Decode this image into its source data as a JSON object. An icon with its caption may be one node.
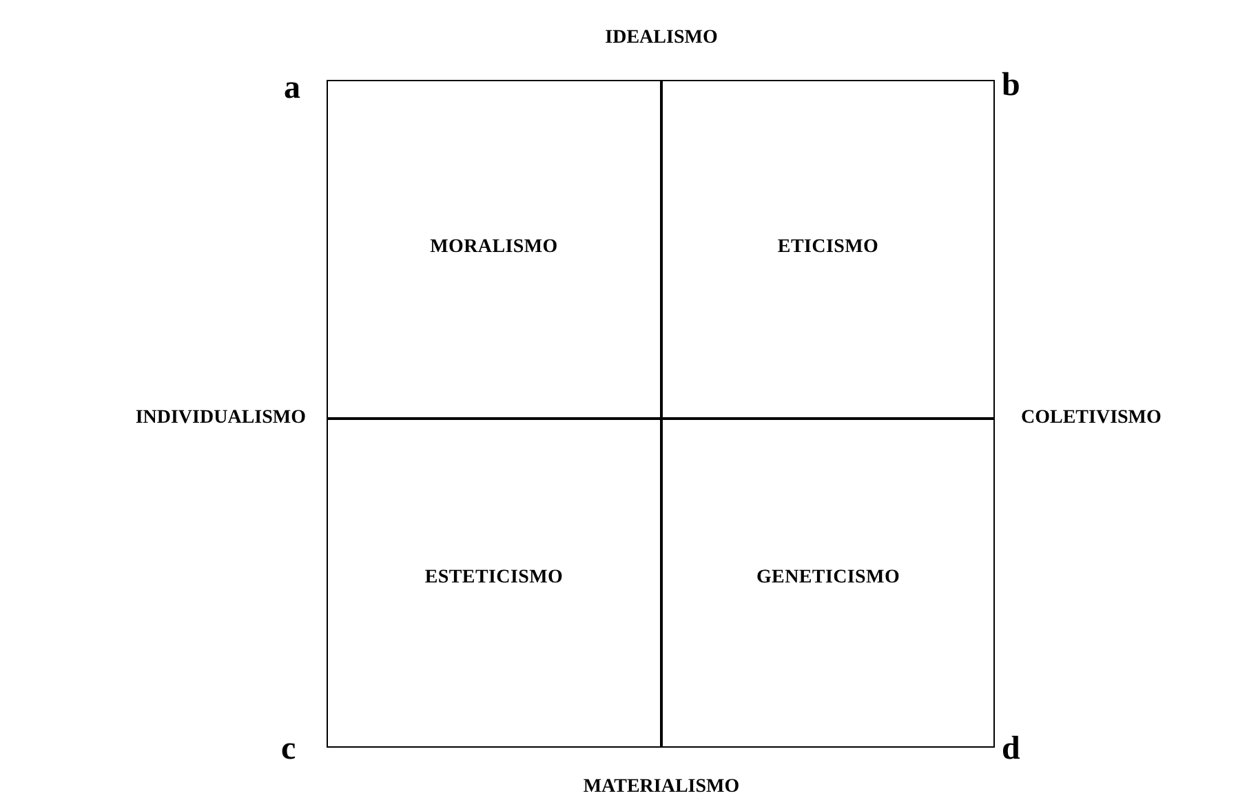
{
  "diagram": {
    "nodes": [
      {
        "text": [
          "MORALISMO"
        ]
      },
      {
        "text": [
          "ETICISMO"
        ]
      },
      {
        "text": [
          "ESTETICISMO"
        ]
      },
      {
        "text": [
          "GENETICISMO"
        ]
      }
    ],
    "labels": [
      "IDEALISMO",
      "a",
      "b",
      "INDIVIDUALISMO",
      "COLETIVISMO",
      "c",
      "d",
      "MATERIALISMO"
    ]
  }
}
